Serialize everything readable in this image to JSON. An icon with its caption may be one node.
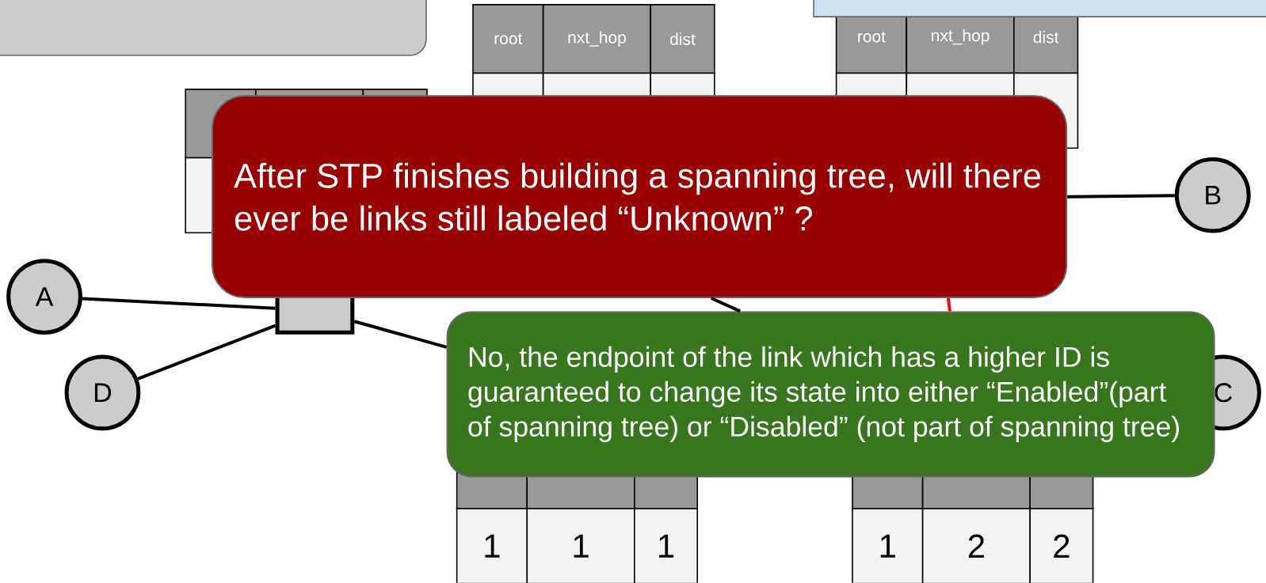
{
  "diagram": {
    "nodes": [
      {
        "text": [],
        "shape": "box"
      },
      {
        "text": [],
        "shape": "box"
      },
      {
        "text": [],
        "shape": "box"
      },
      {
        "text": [
          "A"
        ]
      },
      {
        "text": [
          "B"
        ]
      },
      {
        "text": [
          "C"
        ]
      },
      {
        "text": [
          "D"
        ]
      },
      {
        "text": [
          "After STP finishes building a spanning tree, will there ever be links still labeled “Unknown” ?"
        ]
      },
      {
        "text": [
          "No, the endpoint of the link which has a higher ID is guaranteed to change its state into either “Enabled”(part of spanning tree) or “Disabled” (not part of spanning tree)"
        ]
      }
    ],
    "edges": [
      {
        "from": 3,
        "to": 2,
        "arrow": "none"
      },
      {
        "from": 6,
        "to": 2,
        "arrow": "none"
      },
      {
        "from": 2,
        "to": 8,
        "arrow": "none"
      },
      {
        "from": 4,
        "to": 7,
        "arrow": "none"
      },
      {
        "from": 7,
        "to": 8,
        "arrow": "none"
      },
      {
        "from": 7,
        "to": 8,
        "arrow": "none",
        "color": "#ff0000"
      }
    ],
    "labels": [
      "root",
      "nxt_hop",
      "dist",
      "root",
      "nxt_hop",
      "dist",
      "1",
      "1",
      "1",
      "1",
      "2",
      "2"
    ]
  }
}
